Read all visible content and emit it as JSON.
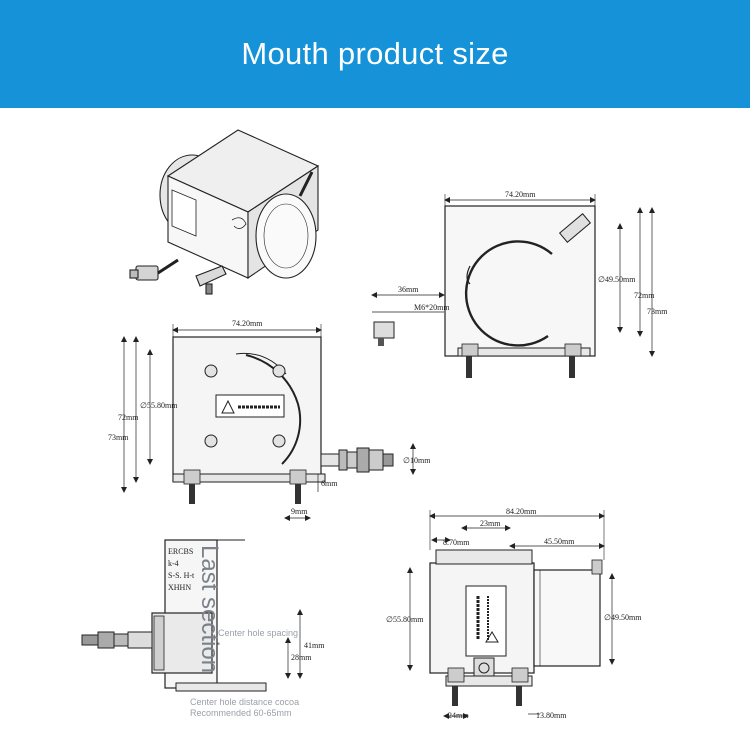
{
  "header": {
    "title": "Mouth product size",
    "background": "#1592d8"
  },
  "top_right_view": {
    "width": "74.20mm",
    "circle_dia": "∅49.50mm",
    "height_inner": "72mm",
    "height_outer": "73mm",
    "bracket_offset": "36mm",
    "thread": "M6*20mm"
  },
  "front_view": {
    "width": "74.20mm",
    "circle_dia": "∅55.80mm",
    "height_inner": "72mm",
    "height_outer": "73mm",
    "connector_dia": "∅10mm",
    "foot_height": "6mm",
    "foot_width": "9mm"
  },
  "side_view": {
    "overall_width": "84.20mm",
    "seg_a": "23mm",
    "seg_b": "8.70mm",
    "seg_c": "45.50mm",
    "left_dia": "∅55.80mm",
    "right_dia": "∅49.50mm",
    "base_width": "24mm",
    "base_offset": "13.80mm"
  },
  "partial_view": {
    "dim_a": "41mm",
    "dim_b": "28mm",
    "label_lines": [
      "ERCBS",
      "k-4",
      "S-S. H-t",
      "XHHN"
    ]
  },
  "overlay": {
    "big_text": "Last section",
    "spacing_text": "Center hole spacing",
    "distance_text": "Center hole distance cocoa",
    "recommended_text": "Recommended 60-65mm"
  },
  "colors": {
    "line": "#222222",
    "fill": "#f4f4f4",
    "metal": "#d9d9d9",
    "ghost_text": "#8a8f99"
  }
}
